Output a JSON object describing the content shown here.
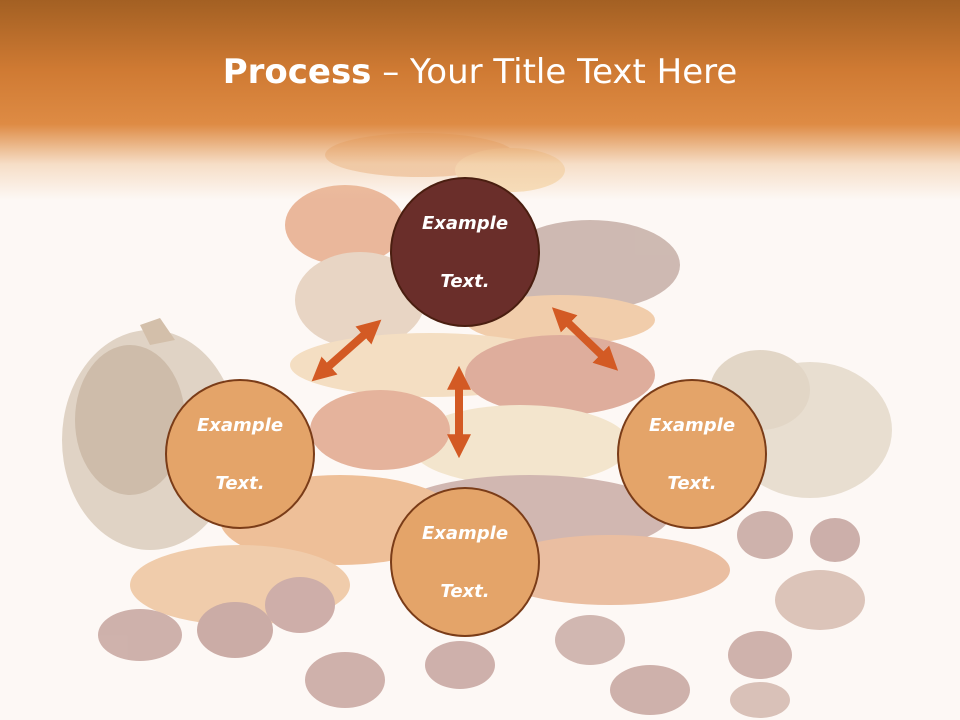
{
  "slide": {
    "title_bold": "Process",
    "title_rest": " – Your Title Text Here"
  },
  "nodes": {
    "top": {
      "line1": "Example",
      "line2": "Text."
    },
    "left": {
      "line1": "Example",
      "line2": "Text."
    },
    "right": {
      "line1": "Example",
      "line2": "Text."
    },
    "bottom": {
      "line1": "Example",
      "line2": "Text."
    }
  },
  "colors": {
    "title_band": "#d9853c",
    "top_node": "#6a2e2a",
    "other_nodes": "#e4a469",
    "arrows": "#d35a24"
  }
}
